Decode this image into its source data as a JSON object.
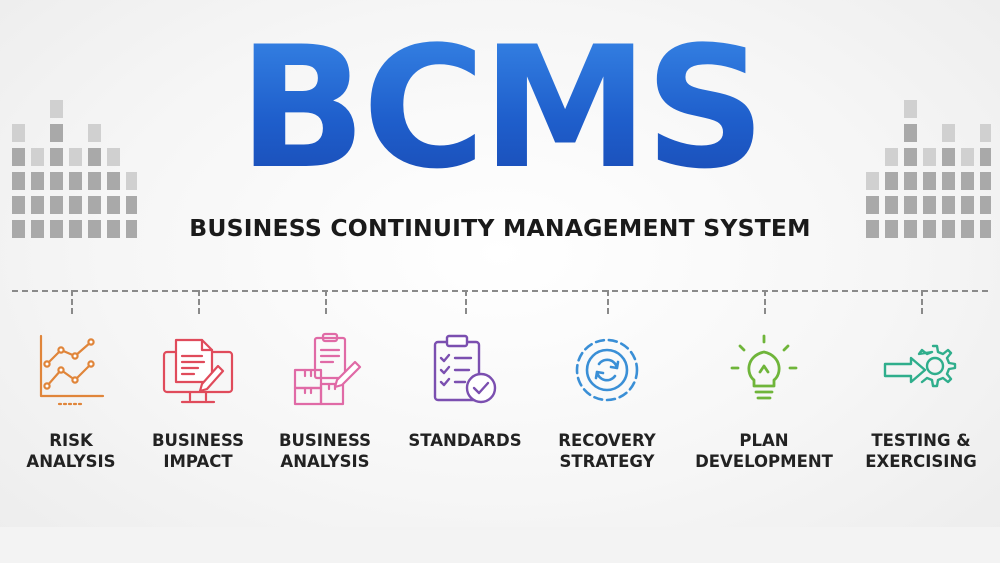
{
  "header": {
    "title": "BCMS",
    "subtitle": "BUSINESS CONTINUITY MANAGEMENT SYSTEM"
  },
  "colors": {
    "title_blue": "#1f5fcc",
    "risk": "#e0853a",
    "impact": "#e04b5b",
    "analysis": "#e06aa6",
    "standards": "#7b4fb0",
    "recovery": "#3a8fd6",
    "plan": "#6fb53a",
    "testing": "#2fae8c"
  },
  "steps": [
    {
      "line1": "RISK",
      "line2": "ANALYSIS",
      "icon": "line-chart-icon"
    },
    {
      "line1": "BUSINESS",
      "line2": "IMPACT",
      "icon": "monitor-document-icon"
    },
    {
      "line1": "BUSINESS",
      "line2": "ANALYSIS",
      "icon": "boxes-clipboard-icon"
    },
    {
      "line1": "STANDARDS",
      "line2": "",
      "icon": "checklist-icon"
    },
    {
      "line1": "RECOVERY",
      "line2": "STRATEGY",
      "icon": "refresh-cycle-icon"
    },
    {
      "line1": "PLAN",
      "line2": "DEVELOPMENT",
      "icon": "lightbulb-icon"
    },
    {
      "line1": "TESTING &",
      "line2": "EXERCISING",
      "icon": "arrow-gear-icon"
    }
  ]
}
